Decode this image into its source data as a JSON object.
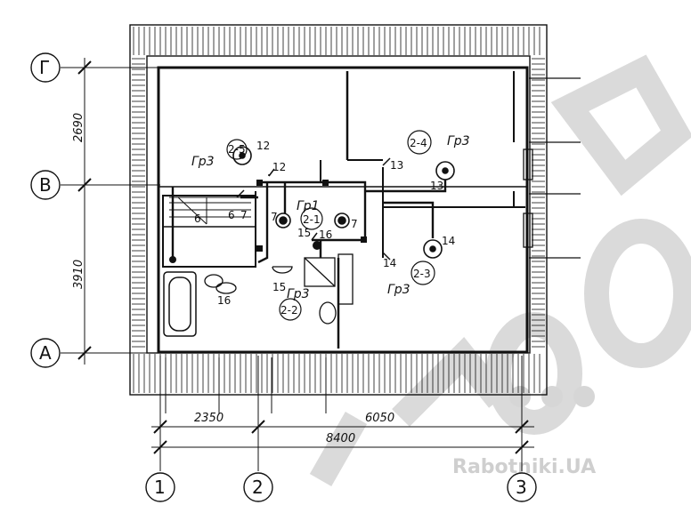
{
  "axes": {
    "rows": [
      {
        "id": "row-g",
        "label": "Г"
      },
      {
        "id": "row-v",
        "label": "В"
      },
      {
        "id": "row-a",
        "label": "А"
      }
    ],
    "cols": [
      {
        "id": "col-1",
        "label": "1"
      },
      {
        "id": "col-2",
        "label": "2"
      },
      {
        "id": "col-3",
        "label": "3"
      }
    ]
  },
  "dimensions": {
    "left_upper": "2690",
    "left_lower": "3910",
    "bottom_left": "2350",
    "bottom_right": "6050",
    "bottom_total": "8400"
  },
  "group_labels": {
    "gr3_left": "Гр3",
    "gr3_right_top": "Гр3",
    "gr1": "Гр1",
    "gr3_center": "Гр3",
    "gr3_right": "Гр3"
  },
  "circuits": {
    "c25": "2-5",
    "c24": "2-4",
    "c21": "2-1",
    "c22": "2-2",
    "c23": "2-3"
  },
  "numbers": {
    "n12a": "12",
    "n12b": "12",
    "n13a": "13",
    "n13b": "13",
    "n7a": "7",
    "n7b": "7",
    "n6a": "6",
    "n6b": "6",
    "n7c": "7",
    "n15a": "15",
    "n16a": "16",
    "n15b": "15",
    "n16b": "16",
    "n14a": "14",
    "n14b": "14"
  },
  "watermark": "Rabotniki.UA",
  "colors": {
    "line": "#111111",
    "watermark": "#d0d0d0"
  }
}
